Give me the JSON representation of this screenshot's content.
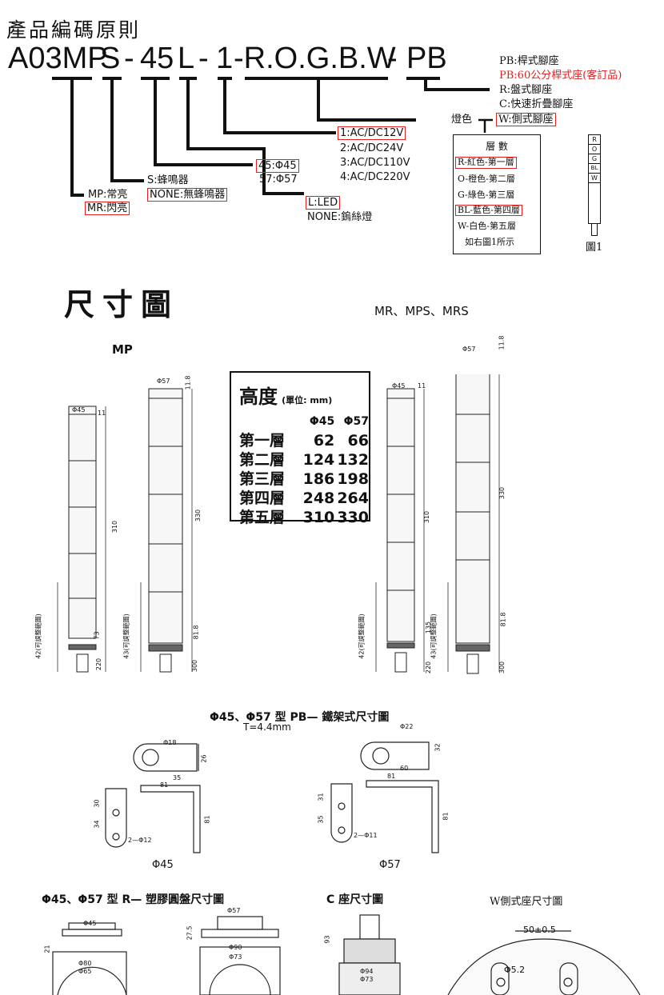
{
  "header": {
    "title": "產品編碼原則"
  },
  "code": {
    "segments": [
      "A03MP",
      "S",
      "-",
      "45",
      "L",
      "-",
      "1",
      "-R.O.G.B.W",
      "-",
      "PB"
    ]
  },
  "options": {
    "mode": [
      {
        "text": "MP:常亮",
        "boxed": false
      },
      {
        "text": "MR:閃亮",
        "boxed": true
      }
    ],
    "buzzer": [
      {
        "text": "S:蜂鳴器",
        "boxed": false
      },
      {
        "text": "NONE:無蜂鳴器",
        "boxed": true
      }
    ],
    "diameter": [
      {
        "text": "45:Φ45",
        "boxed": true
      },
      {
        "text": "57:Φ57",
        "boxed": false
      }
    ],
    "lamp": [
      {
        "text": "L:LED",
        "boxed": true
      },
      {
        "text": "NONE:鎢絲燈",
        "boxed": false
      }
    ],
    "voltage": [
      {
        "text": "1:AC/DC12V",
        "boxed": true
      },
      {
        "text": "2:AC/DC24V",
        "boxed": false
      },
      {
        "text": "3:AC/DC110V",
        "boxed": false
      },
      {
        "text": "4:AC/DC220V",
        "boxed": false
      }
    ],
    "color_label": "燈色",
    "layers": {
      "title": "層 數",
      "items": [
        {
          "text": "R-紅色-第一層",
          "boxed": true
        },
        {
          "text": "O-橙色-第二層",
          "boxed": false
        },
        {
          "text": "G-綠色-第三層",
          "boxed": false
        },
        {
          "text": "BL-藍色-第四層",
          "boxed": true
        },
        {
          "text": "W-白色-第五層",
          "boxed": false
        }
      ],
      "note": "如右圖1所示"
    },
    "base": [
      {
        "text": "PB:桿式腳座",
        "boxed": false,
        "red": false
      },
      {
        "text": "PB:60公分桿式座(客訂品)",
        "boxed": false,
        "red": true
      },
      {
        "text": "R:盤式腳座",
        "boxed": false,
        "red": false
      },
      {
        "text": "C:快速折疊腳座",
        "boxed": false,
        "red": false
      },
      {
        "text": "W:側式腳座",
        "boxed": true,
        "red": false
      }
    ],
    "figure1": {
      "letters": [
        "R",
        "O",
        "G",
        "BL",
        "W"
      ],
      "caption": "圖1"
    }
  },
  "dimensions": {
    "title": "尺寸圖",
    "left_group": "MP",
    "right_group": "MR、MPS、MRS",
    "height_table": {
      "title": "高度",
      "unit": "(單位: mm)",
      "col1": "Φ45",
      "col2": "Φ57",
      "rows": [
        {
          "label": "第一層",
          "a": "62",
          "b": "66"
        },
        {
          "label": "第二層",
          "a": "124",
          "b": "132"
        },
        {
          "label": "第三層",
          "a": "186",
          "b": "198"
        },
        {
          "label": "第四層",
          "a": "248",
          "b": "264"
        },
        {
          "label": "第五層",
          "a": "310",
          "b": "330"
        }
      ]
    },
    "towers": [
      {
        "dia": "Φ45",
        "top": "11",
        "height": "310",
        "lower": "73",
        "pole": "220",
        "adj": "42(可調整範圍)"
      },
      {
        "dia": "Φ57",
        "top": "11.8",
        "height": "330",
        "lower": "81.8",
        "pole": "300",
        "adj": "43(可調整範圍)"
      },
      {
        "dia": "Φ45",
        "top": "11",
        "height": "310",
        "lower": "135",
        "pole": "220",
        "adj": "42(可調整範圍)"
      },
      {
        "dia": "Φ57",
        "top": "11.8",
        "height": "330",
        "lower": "81.8",
        "pole": "300",
        "adj": "43(可調整範圍)"
      }
    ]
  },
  "bracket": {
    "title": "Φ45、Φ57 型 PB— 鐵架式尺寸圖",
    "thickness": "T=4.4mm",
    "left": {
      "hole": "Φ18",
      "h": "26",
      "w1": "35",
      "w2": "81",
      "v1": "30",
      "v2": "34",
      "holes": "2—Φ12",
      "side": "81",
      "caption": "Φ45"
    },
    "right": {
      "hole": "Φ22",
      "h": "32",
      "w1": "60",
      "w2": "81",
      "v1": "31",
      "v2": "35",
      "holes": "2—Φ11",
      "side": "81",
      "caption": "Φ57"
    }
  },
  "bottom": {
    "r_title": "Φ45、Φ57 型 R— 塑膠圓盤尺寸圖",
    "r_left": {
      "top": "Φ45",
      "h": "21",
      "d1": "Φ80",
      "d2": "Φ65"
    },
    "r_right": {
      "top": "Φ57",
      "h": "27.5",
      "d1": "Φ90",
      "d2": "Φ73"
    },
    "c_title": "C 座尺寸圖",
    "c": {
      "h": "93",
      "d1": "Φ94",
      "d2": "Φ73"
    },
    "w_title": "W側式座尺寸圖",
    "w": {
      "width": "50±0.5",
      "hole": "Φ5.2"
    }
  }
}
